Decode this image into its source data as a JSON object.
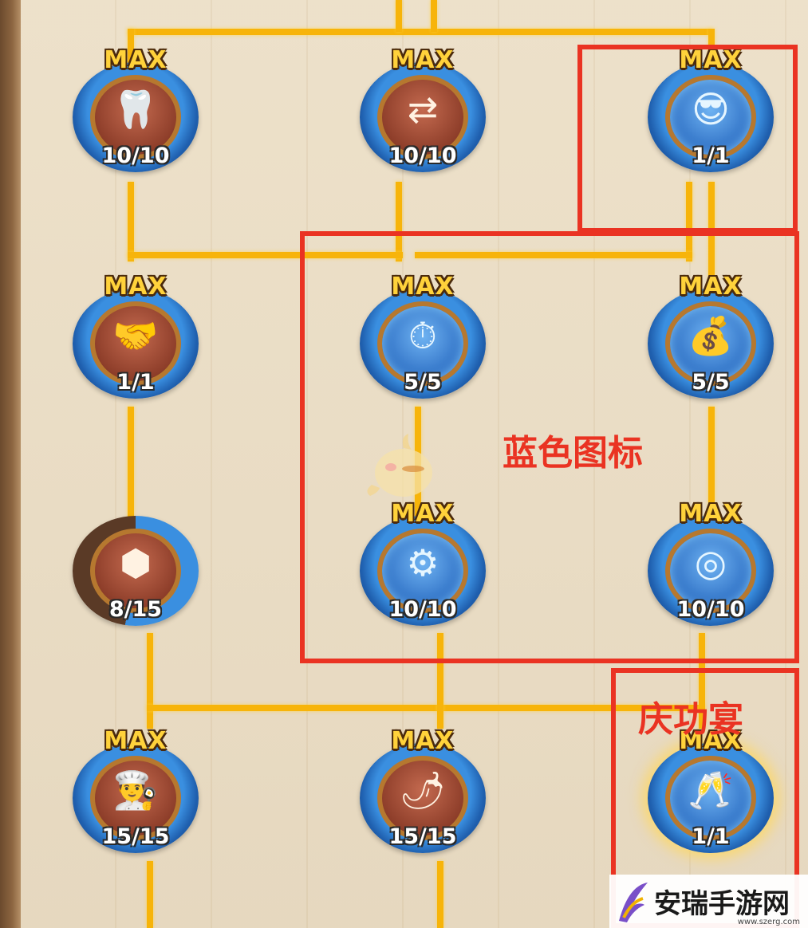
{
  "max_label": "MAX",
  "nodes": [
    {
      "id": "fangs",
      "count": "10/10",
      "icon": "fangs-icon",
      "glyph": "🦷",
      "maxed": true,
      "style": "red"
    },
    {
      "id": "swap",
      "count": "10/10",
      "icon": "swap-chat-icon",
      "glyph": "⇄",
      "maxed": true,
      "style": "red"
    },
    {
      "id": "sunglasses",
      "count": "1/1",
      "icon": "sunglasses-mushroom-icon",
      "glyph": "😎",
      "maxed": true,
      "style": "blue"
    },
    {
      "id": "handshake",
      "count": "1/1",
      "icon": "handshake-icon",
      "glyph": "🤝",
      "maxed": true,
      "style": "red"
    },
    {
      "id": "stopwatch",
      "count": "5/5",
      "icon": "stopwatch-icon",
      "glyph": "⏱",
      "maxed": true,
      "style": "blue"
    },
    {
      "id": "moneybag",
      "count": "5/5",
      "icon": "money-bag-growth-icon",
      "glyph": "💰",
      "maxed": true,
      "style": "blue"
    },
    {
      "id": "honeycomb",
      "count": "8/15",
      "icon": "honeycomb-icon",
      "glyph": "⬢",
      "maxed": false,
      "style": "red",
      "progress": 0.53
    },
    {
      "id": "chip",
      "count": "10/10",
      "icon": "mushroom-chip-icon",
      "glyph": "⚙",
      "maxed": true,
      "style": "blue"
    },
    {
      "id": "radar",
      "count": "10/10",
      "icon": "radar-icon",
      "glyph": "◎",
      "maxed": true,
      "style": "blue"
    },
    {
      "id": "chef",
      "count": "15/15",
      "icon": "chef-mushroom-icon",
      "glyph": "👨‍🍳",
      "maxed": true,
      "style": "red"
    },
    {
      "id": "spray",
      "count": "15/15",
      "icon": "pepper-spray-icon",
      "glyph": "🌶",
      "maxed": true,
      "style": "red"
    },
    {
      "id": "feast",
      "count": "1/1",
      "icon": "celebration-feast-icon",
      "glyph": "🥂",
      "maxed": true,
      "style": "blue",
      "highlighted": true
    }
  ],
  "annotations": {
    "blue_icons": "蓝色图标",
    "feast": "庆功宴"
  },
  "watermark": {
    "text": "安瑞手游网",
    "url": "www.szerg.com"
  },
  "colors": {
    "annotation_red": "#ea3322",
    "path_gold": "#f7b40a",
    "ring_blue": "#3a8fe0"
  }
}
